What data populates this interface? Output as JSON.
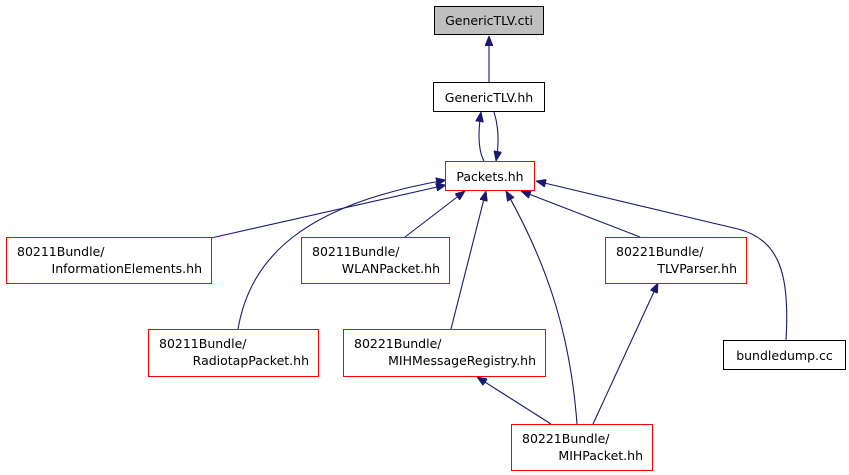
{
  "colors": {
    "edge": "#191970",
    "border_default": "#000000",
    "border_truncated": "#ff0000",
    "current_fill": "#bfbfbf"
  },
  "nodes": {
    "generic_tlv_cti": {
      "label": "GenericTLV.cti"
    },
    "generic_tlv_hh": {
      "label": "GenericTLV.hh"
    },
    "packets_hh": {
      "label": "Packets.hh"
    },
    "information_elements_hh": {
      "line1": "80211Bundle/",
      "line2": "InformationElements.hh"
    },
    "wlan_packet_hh": {
      "line1": "80211Bundle/",
      "line2": "WLANPacket.hh"
    },
    "tlv_parser_hh": {
      "line1": "80221Bundle/",
      "line2": "TLVParser.hh"
    },
    "radiotap_packet_hh": {
      "line1": "80211Bundle/",
      "line2": "RadiotapPacket.hh"
    },
    "mih_message_registry_hh": {
      "line1": "80221Bundle/",
      "line2": "MIHMessageRegistry.hh"
    },
    "bundledump_cc": {
      "label": "bundledump.cc"
    },
    "mih_packet_hh": {
      "line1": "80221Bundle/",
      "line2": "MIHPacket.hh"
    }
  }
}
